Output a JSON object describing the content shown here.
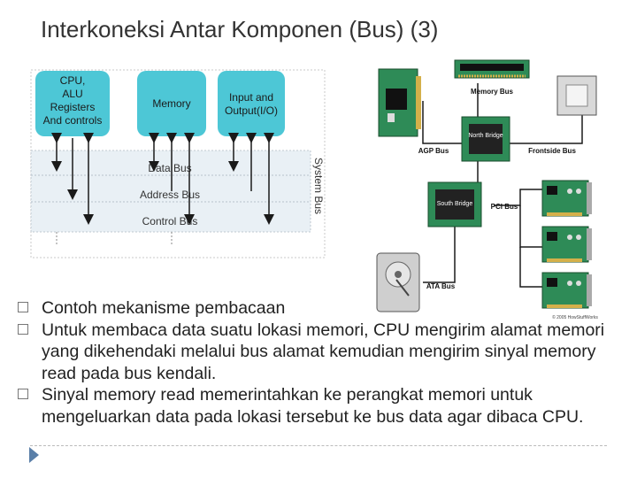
{
  "slide": {
    "title": "Interkoneksi Antar Komponen (Bus) (3)"
  },
  "system_bus_diagram": {
    "components": [
      {
        "id": "cpu",
        "lines": [
          "CPU,",
          "ALU",
          "Registers",
          "And controls"
        ]
      },
      {
        "id": "memory",
        "lines": [
          "Memory"
        ]
      },
      {
        "id": "io",
        "lines": [
          "Input and",
          "Output(I/O)"
        ]
      }
    ],
    "buses": [
      "Data Bus",
      "Address Bus",
      "Control Bus"
    ],
    "side_label": "System Bus",
    "colors": {
      "component": "#4dc7d6",
      "bus_band": "#e6eef4",
      "arrow": "#1a1a1a"
    }
  },
  "motherboard_diagram": {
    "labels": {
      "memory_bus": "Memory Bus",
      "north_bridge": "North Bridge",
      "agp_bus": "AGP Bus",
      "frontside_bus": "Frontside Bus",
      "south_bridge": "South Bridge",
      "pci_bus": "PCI Bus",
      "ata_bus": "ATA Bus",
      "copyright": "© 2005 HowStuffWorks"
    },
    "colors": {
      "board": "#2e8b57",
      "line": "#1a1a1a",
      "chip": "#222222"
    }
  },
  "bullets": [
    {
      "text": "Contoh mekanisme pembacaan"
    },
    {
      "text": "Untuk membaca data suatu lokasi memori, CPU mengirim alamat memori yang dikehendaki melalui bus alamat kemudian mengirim sinyal memory read pada bus kendali."
    },
    {
      "text": "Sinyal memory read memerintahkan ke perangkat memori untuk mengeluarkan data pada lokasi tersebut ke bus data agar dibaca CPU."
    }
  ]
}
